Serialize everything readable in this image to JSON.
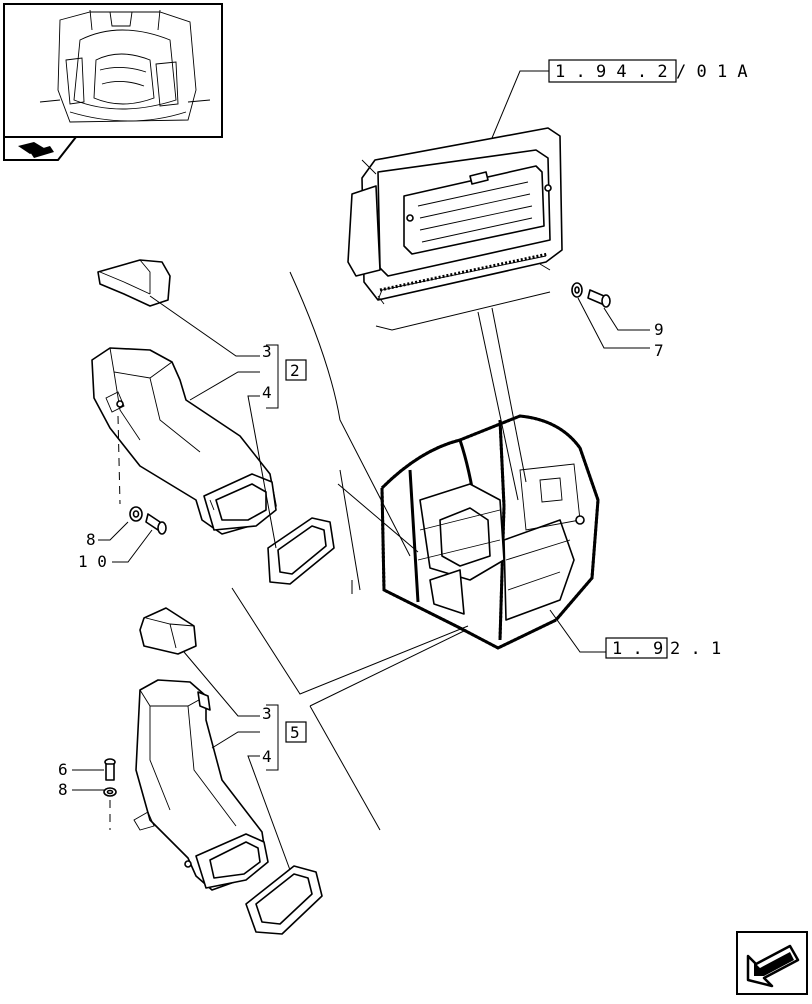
{
  "references": {
    "top": {
      "boxed": "1 . 9 4 . 2",
      "rest": "/ 0 1 A"
    },
    "bottom": {
      "boxed": "1 . 9",
      "rest": "2 . 1"
    }
  },
  "group_labels": {
    "upper": {
      "item_a": "3",
      "item_b": "4",
      "boxed": "2"
    },
    "lower": {
      "item_a": "3",
      "item_b": "4",
      "boxed": "5"
    }
  },
  "callouts": {
    "screw_top": "9",
    "washer_top": "7",
    "washer_upper": "8",
    "screw_upper": "1 0",
    "screw_lower": "6",
    "washer_lower": "8"
  },
  "icons": {
    "thumbnail_tab": "tractor-book-icon",
    "navigation": "next-page-arrow-icon"
  }
}
